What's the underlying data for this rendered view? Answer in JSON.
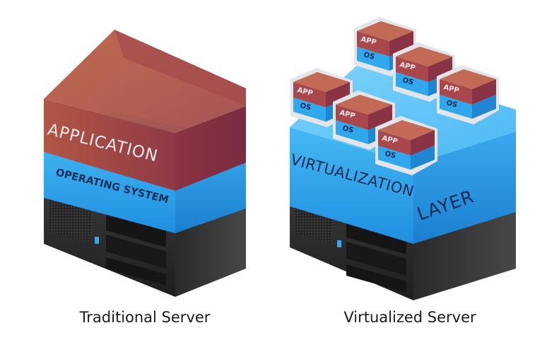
{
  "traditional": {
    "caption": "Traditional Server",
    "application_label": "APPLICATION",
    "os_label": "OPERATING SYSTEM"
  },
  "virtualized": {
    "caption": "Virtualized Server",
    "layer_label_1": "VIRTUALIZATION",
    "layer_label_2": "LAYER",
    "app_label": "APP",
    "os_label": "OS",
    "vm_count": 6
  },
  "colors": {
    "application": "#9b4049",
    "application_light": "#b85a4e",
    "os_layer": "#2fa8ee",
    "os_layer_light": "#5cc6f7",
    "server": "#2c2c2c"
  }
}
